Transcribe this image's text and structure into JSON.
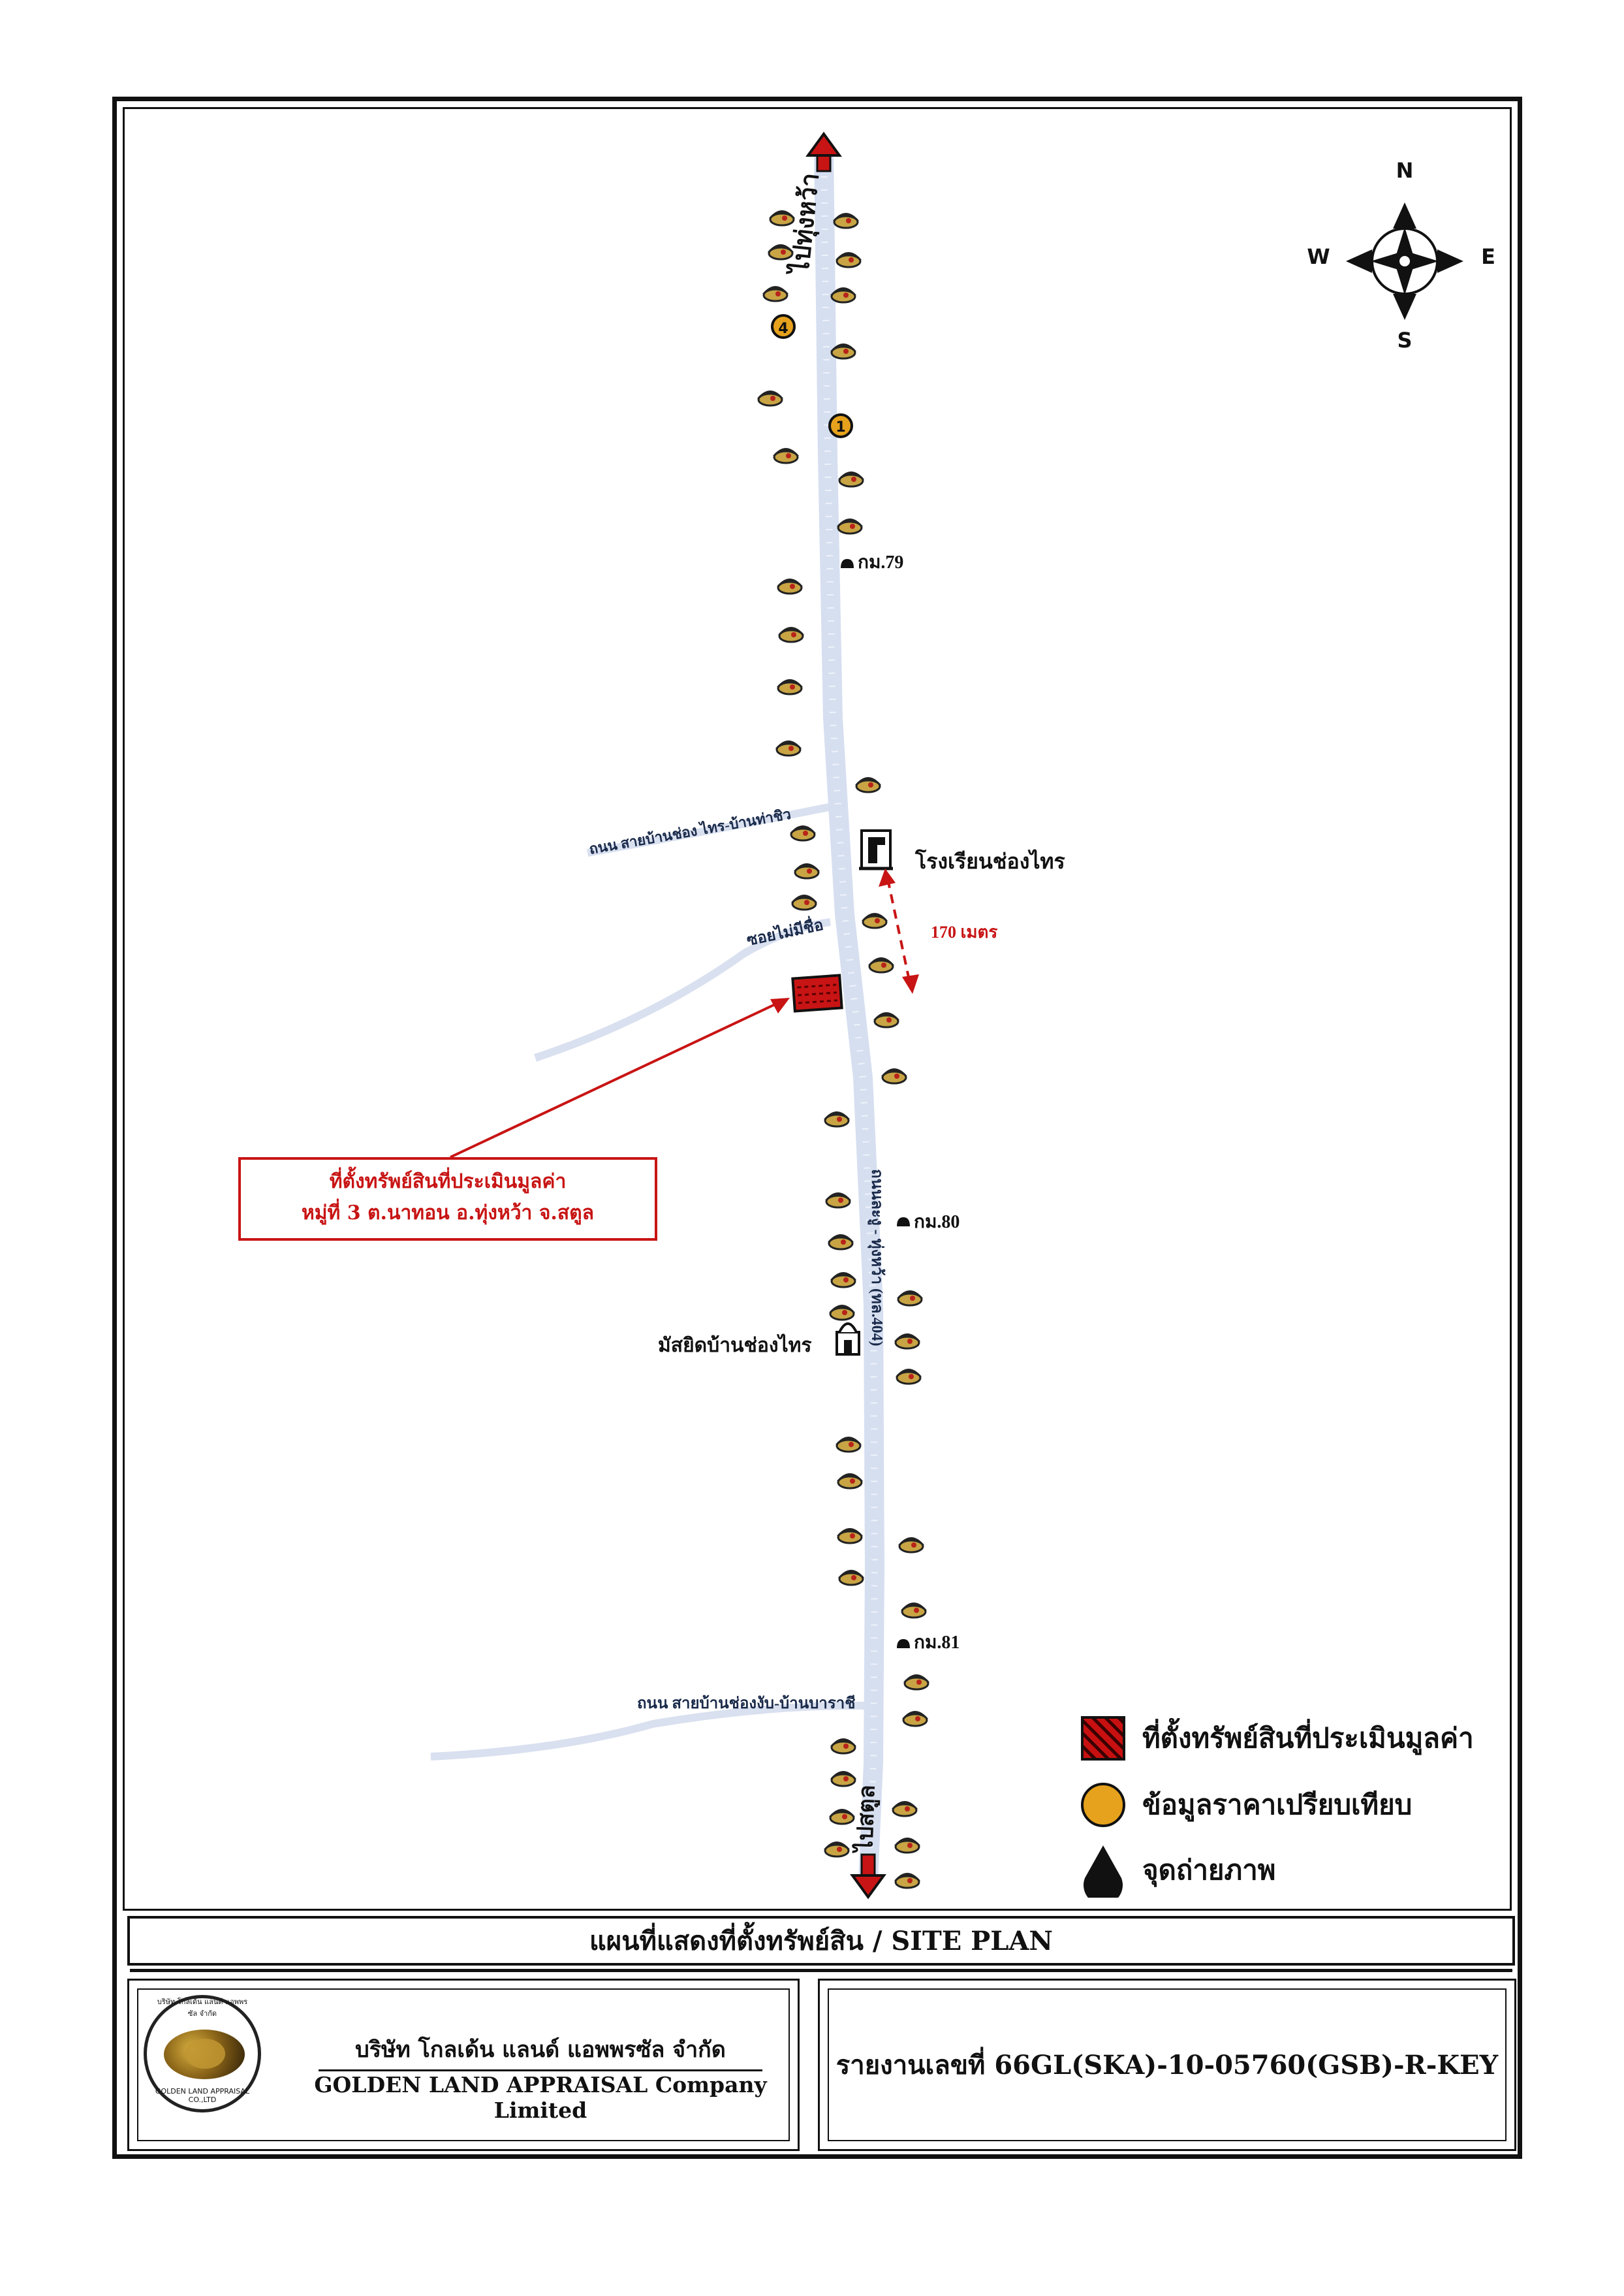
{
  "map": {
    "road_to_north": "ไปทุ่งหว้า",
    "road_to_south": "ไปสตูล",
    "main_road": "ถนนละงู - ทุ่งหว้า (ทล.404)",
    "side_road_1": "ถนน สายบ้านช่อง ไทร-บ้านท่าชิว",
    "side_road_2": "ซอยไม่มีชื่อ",
    "side_road_3": "ถนน สายบ้านช่องงับ-บ้านบาราชี",
    "km_markers": [
      "กม.79",
      "กม.80",
      "กม.81"
    ],
    "school": "โรงเรียนช่องไทร",
    "mosque": "มัสยิดบ้านช่องไทร",
    "distance": "170 เมตร",
    "comparables": [
      "4",
      "1"
    ],
    "callout": {
      "line1": "ที่ตั้งทรัพย์สินที่ประเมินมูลค่า",
      "line2": "หมู่ที่ 3 ต.นาทอน อ.ทุ่งหว้า จ.สตูล"
    },
    "compass": {
      "n": "N",
      "s": "S",
      "e": "E",
      "w": "W"
    },
    "colors": {
      "road": "#d6dff0",
      "subject": "#c81414",
      "comparable": "#e6a21c",
      "arrow": "#c81414"
    }
  },
  "legend": [
    {
      "icon": "hatched-square-icon",
      "label": "ที่ตั้งทรัพย์สินที่ประเมินมูลค่า"
    },
    {
      "icon": "yellow-circle-icon",
      "label": "ข้อมูลราคาเปรียบเทียบ"
    },
    {
      "icon": "photo-point-icon",
      "label": "จุดถ่ายภาพ"
    }
  ],
  "title": "แผนที่แสดงที่ตั้งทรัพย์สิน / SITE PLAN",
  "company": {
    "name_th": "บริษัท โกลเด้น แลนด์ แอพพรซัล จำกัด",
    "name_en": "GOLDEN LAND APPRAISAL Company Limited",
    "logo_text_top": "บริษัท โกลเด้น แลนด์ แอพพรซัล จำกัด",
    "logo_text_bottom": "GOLDEN LAND APPRAISAL CO.,LTD"
  },
  "report": "รายงานเลขที่ 66GL(SKA)-10-05760(GSB)-R-KEY"
}
